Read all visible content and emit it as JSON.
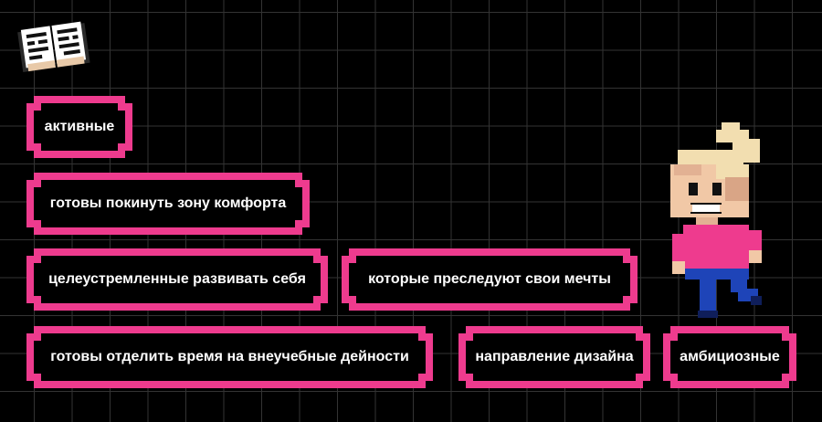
{
  "logo": {
    "icon": "pixel-book-logo"
  },
  "tags": [
    {
      "id": "active",
      "label": "активные"
    },
    {
      "id": "comfort-zone",
      "label": "готовы покинуть зону комфорта"
    },
    {
      "id": "self-development",
      "label": "целеустремленные развивать себя"
    },
    {
      "id": "dreams",
      "label": "которые преследуют свои мечты"
    },
    {
      "id": "extracurricular",
      "label": "готовы отделить время на внеучебные дейности"
    },
    {
      "id": "design",
      "label": "направление дизайна"
    },
    {
      "id": "ambitious",
      "label": "амбициозные"
    }
  ],
  "colors": {
    "accent": "#ee3b8e",
    "background": "#000000",
    "grid": "#333333",
    "text": "#ffffff"
  },
  "character": {
    "icon": "pixel-girl-character"
  }
}
